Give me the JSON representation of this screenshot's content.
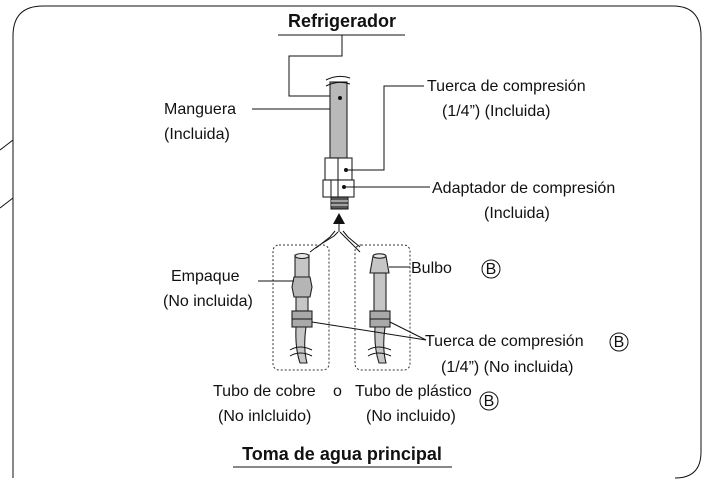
{
  "title_top": "Refrigerador",
  "title_bottom": "Toma de agua principal",
  "labels": {
    "manguera": "Manguera",
    "manguera_note": "(Incluida)",
    "tuerca_top": "Tuerca de compresión",
    "tuerca_top_note": "(1/4”) (Incluida)",
    "adaptador": "Adaptador de compresión",
    "adaptador_note": "(Incluida)",
    "empaque": "Empaque",
    "empaque_note": "(No incluida)",
    "bulbo": "Bulbo",
    "tuerca_bottom": "Tuerca de compresión",
    "tuerca_bottom_note": "(1/4”) (No incluida)",
    "tubo_cobre": "Tubo de cobre",
    "conjunction": "o",
    "tubo_cobre_note": "(No inlcluido)",
    "tubo_plastico": "Tubo de plástico",
    "tubo_plastico_note": "(No incluido)"
  },
  "marker_letter": "B",
  "colors": {
    "pipe_fill": "#b9b9b9",
    "pipe_light": "#dcdcdc",
    "border": "#222222"
  }
}
